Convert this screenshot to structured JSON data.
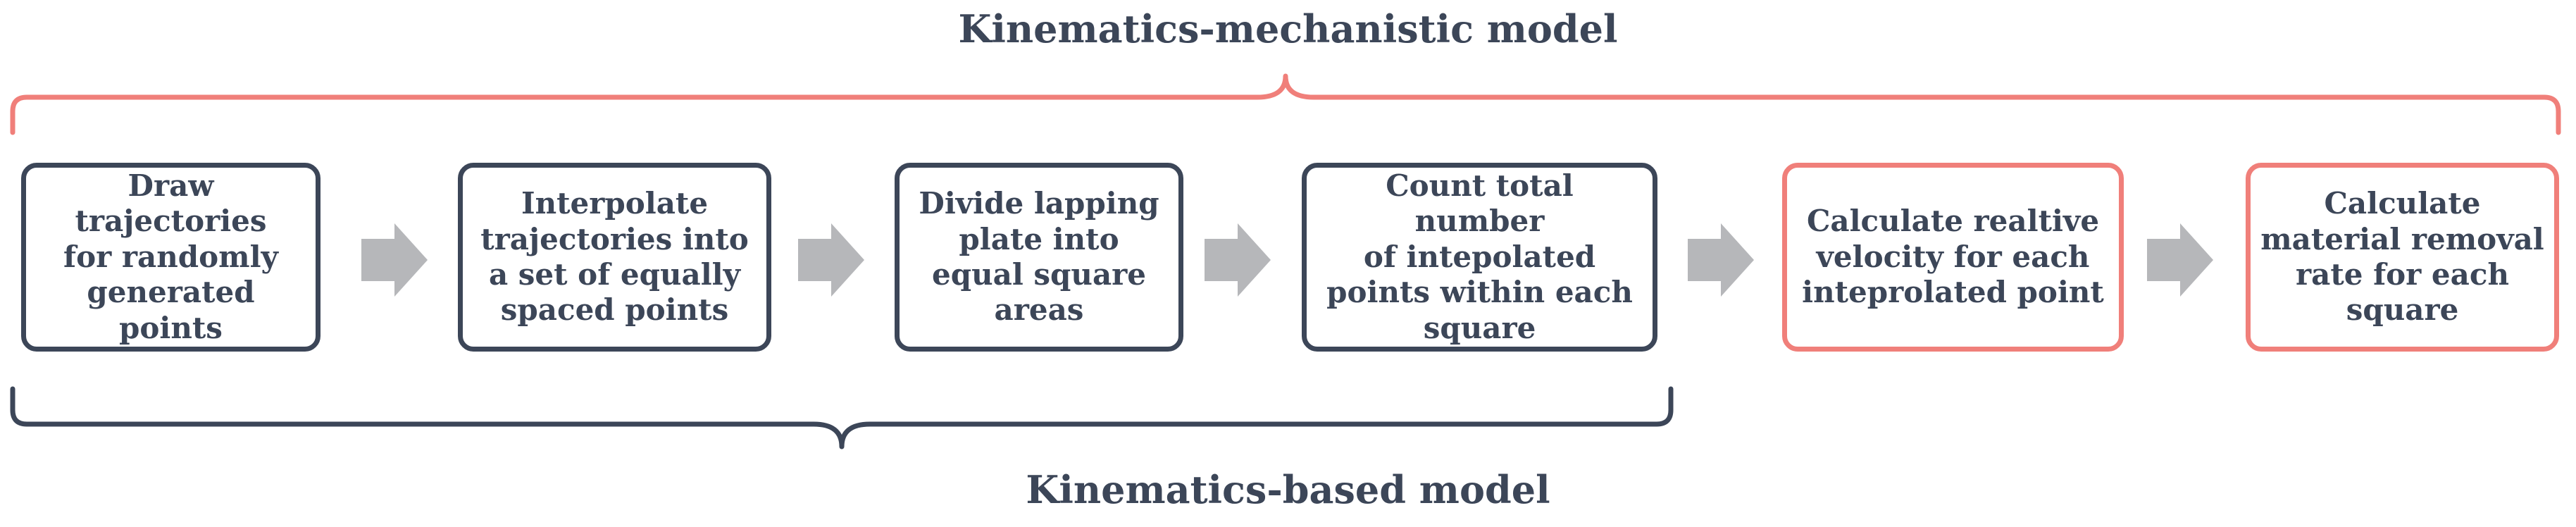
{
  "diagram": {
    "top_heading": "Kinematics-mechanistic model",
    "bottom_heading": "Kinematics-based model",
    "steps": [
      {
        "label": "Draw trajectories\nfor randomly\ngenerated points",
        "group": "based"
      },
      {
        "label": "Interpolate\ntrajectories into\na set of equally\nspaced points",
        "group": "based"
      },
      {
        "label": "Divide lapping\nplate into\nequal square\nareas",
        "group": "based"
      },
      {
        "label": "Count total number\nof intepolated\npoints within each\nsquare",
        "group": "based"
      },
      {
        "label": "Calculate realtive\nvelocity for each\ninteprolated point",
        "group": "mechanistic"
      },
      {
        "label": "Calculate\nmaterial removal\nrate for each\nsquare",
        "group": "mechanistic"
      }
    ]
  },
  "colors": {
    "dark": "#3c4658",
    "accent": "#f07f7a",
    "arrow": "#b6b7ba",
    "background": "#ffffff"
  }
}
